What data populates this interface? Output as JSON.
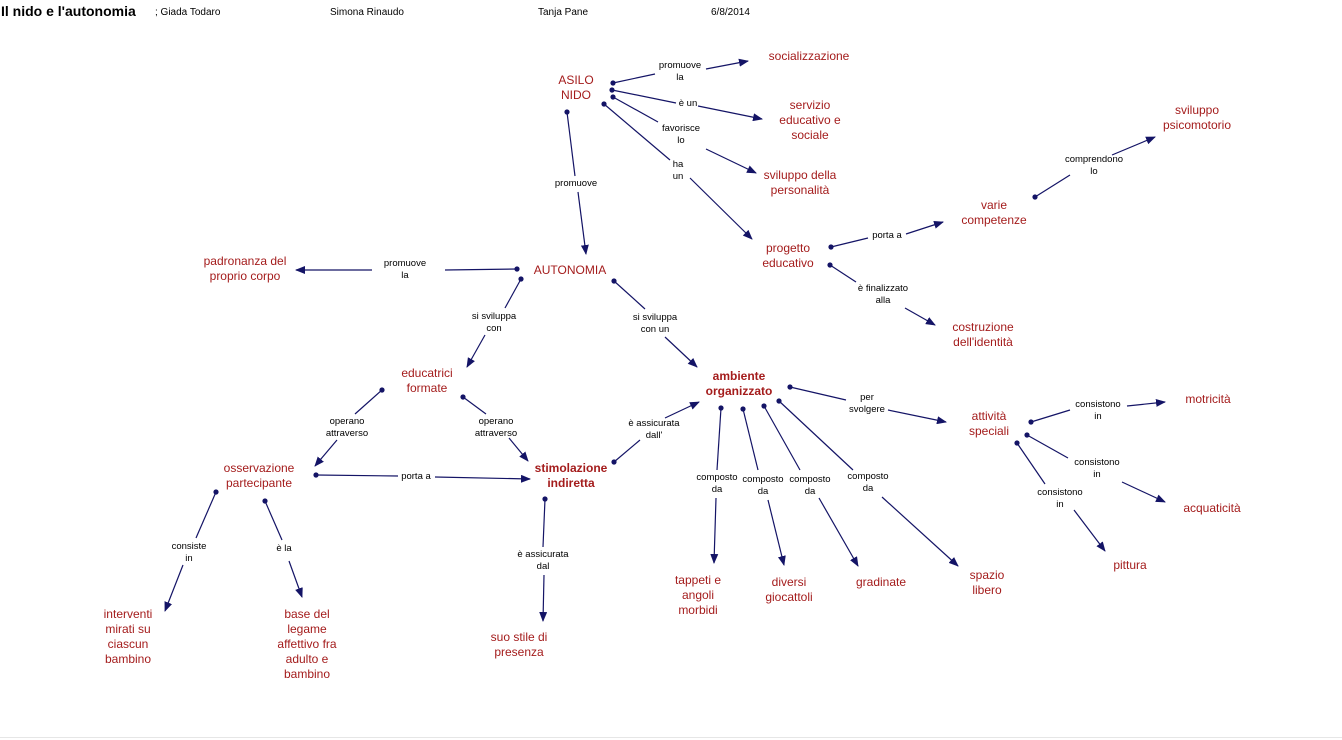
{
  "header": {
    "title": "Il nido e l'autonomia",
    "authors": [
      "; Giada Todaro",
      "Simona Rinaudo",
      "Tanja Pane",
      "6/8/2014"
    ]
  },
  "nodes": {
    "asilo": [
      "ASILO",
      "NIDO"
    ],
    "socializzazione": [
      "socializzazione"
    ],
    "servizio": [
      "servizio",
      "educativo e",
      "sociale"
    ],
    "sviluppo_pers": [
      "sviluppo della",
      "personalità"
    ],
    "progetto": [
      "progetto",
      "educativo"
    ],
    "varie": [
      "varie",
      "competenze"
    ],
    "psicomotorio": [
      "sviluppo",
      "psicomotorio"
    ],
    "costruzione": [
      "costruzione",
      "dell'identità"
    ],
    "autonomia": [
      "AUTONOMIA"
    ],
    "padronanza": [
      "padronanza del",
      "proprio corpo"
    ],
    "educatrici": [
      "educatrici",
      "formate"
    ],
    "ambiente": [
      "ambiente",
      "organizzato"
    ],
    "osservazione": [
      "osservazione",
      "partecipante"
    ],
    "stimolazione": [
      "stimolazione",
      "indiretta"
    ],
    "attivita": [
      "attività",
      "speciali"
    ],
    "motricita": [
      "motricità"
    ],
    "acquaticita": [
      "acquaticità"
    ],
    "pittura": [
      "pittura"
    ],
    "tappeti": [
      "tappeti e",
      "angoli",
      "morbidi"
    ],
    "giocattoli": [
      "diversi",
      "giocattoli"
    ],
    "gradinate": [
      "gradinate"
    ],
    "spazio": [
      "spazio",
      "libero"
    ],
    "interventi": [
      "interventi",
      "mirati su",
      "ciascun",
      "bambino"
    ],
    "base": [
      "base del",
      "legame",
      "affettivo fra",
      "adulto e",
      "bambino"
    ],
    "stile": [
      "suo stile di",
      "presenza"
    ]
  },
  "links": {
    "promuove_la_1": [
      "promuove",
      "la"
    ],
    "e_un": [
      "è un"
    ],
    "favorisce_lo": [
      "favorisce",
      "lo"
    ],
    "ha_un": [
      "ha",
      "un"
    ],
    "promuove": [
      "promuove"
    ],
    "porta_a_1": [
      "porta a"
    ],
    "comprendono_lo": [
      "comprendono",
      "lo"
    ],
    "finalizzato": [
      "è finalizzato",
      "alla"
    ],
    "promuove_la_2": [
      "promuove",
      "la"
    ],
    "sviluppa_con": [
      "si sviluppa",
      "con"
    ],
    "sviluppa_con_un": [
      "si sviluppa",
      "con un"
    ],
    "operano_1": [
      "operano",
      "attraverso"
    ],
    "operano_2": [
      "operano",
      "attraverso"
    ],
    "assicurata_dall": [
      "è assicurata",
      "dall'"
    ],
    "per_svolgere": [
      "per",
      "svolgere"
    ],
    "consistono_1": [
      "consistono",
      "in"
    ],
    "consistono_2": [
      "consistono",
      "in"
    ],
    "consistono_3": [
      "consistono",
      "in"
    ],
    "composto_1": [
      "composto",
      "da"
    ],
    "composto_2": [
      "composto",
      "da"
    ],
    "composto_3": [
      "composto",
      "da"
    ],
    "composto_4": [
      "composto",
      "da"
    ],
    "porta_a_2": [
      "porta a"
    ],
    "consiste_in": [
      "consiste",
      "in"
    ],
    "e_la": [
      "è la"
    ],
    "assicurata_dal": [
      "è assicurata",
      "dal"
    ]
  },
  "colors": {
    "node_text": "#a41c1c",
    "edge": "#141466",
    "label_text": "#000000"
  }
}
